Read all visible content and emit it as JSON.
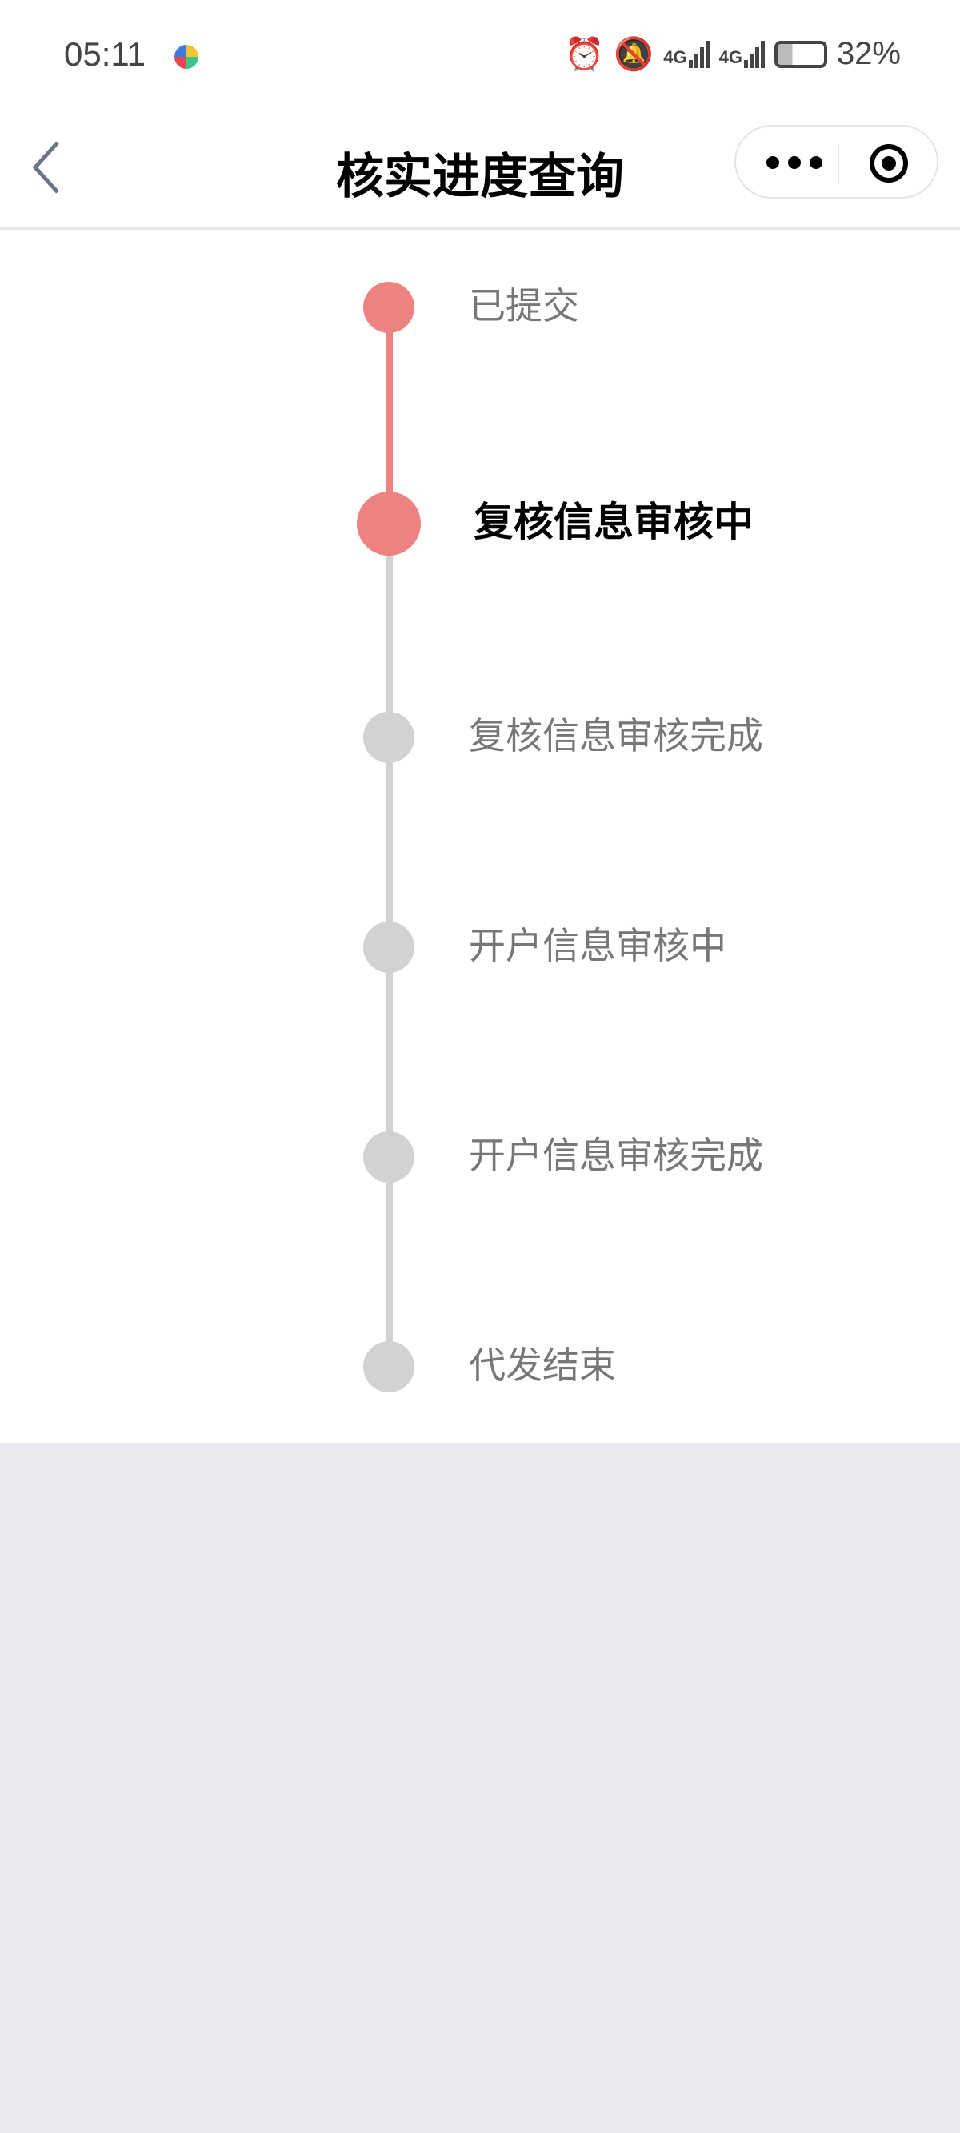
{
  "status_bar": {
    "time": "05:11",
    "battery": "32%",
    "network_1": "4G",
    "network_2": "4G"
  },
  "nav": {
    "title": "核实进度查询"
  },
  "colors": {
    "active": "#ee8280",
    "inactive": "#d2d2d2",
    "background": "#e9e8ee"
  },
  "timeline": {
    "current_index": 1,
    "steps": [
      {
        "label": "已提交",
        "state": "done"
      },
      {
        "label": "复核信息审核中",
        "state": "current"
      },
      {
        "label": "复核信息审核完成",
        "state": "pending"
      },
      {
        "label": "开户信息审核中",
        "state": "pending"
      },
      {
        "label": "开户信息审核完成",
        "state": "pending"
      },
      {
        "label": "代发结束",
        "state": "pending"
      }
    ]
  }
}
